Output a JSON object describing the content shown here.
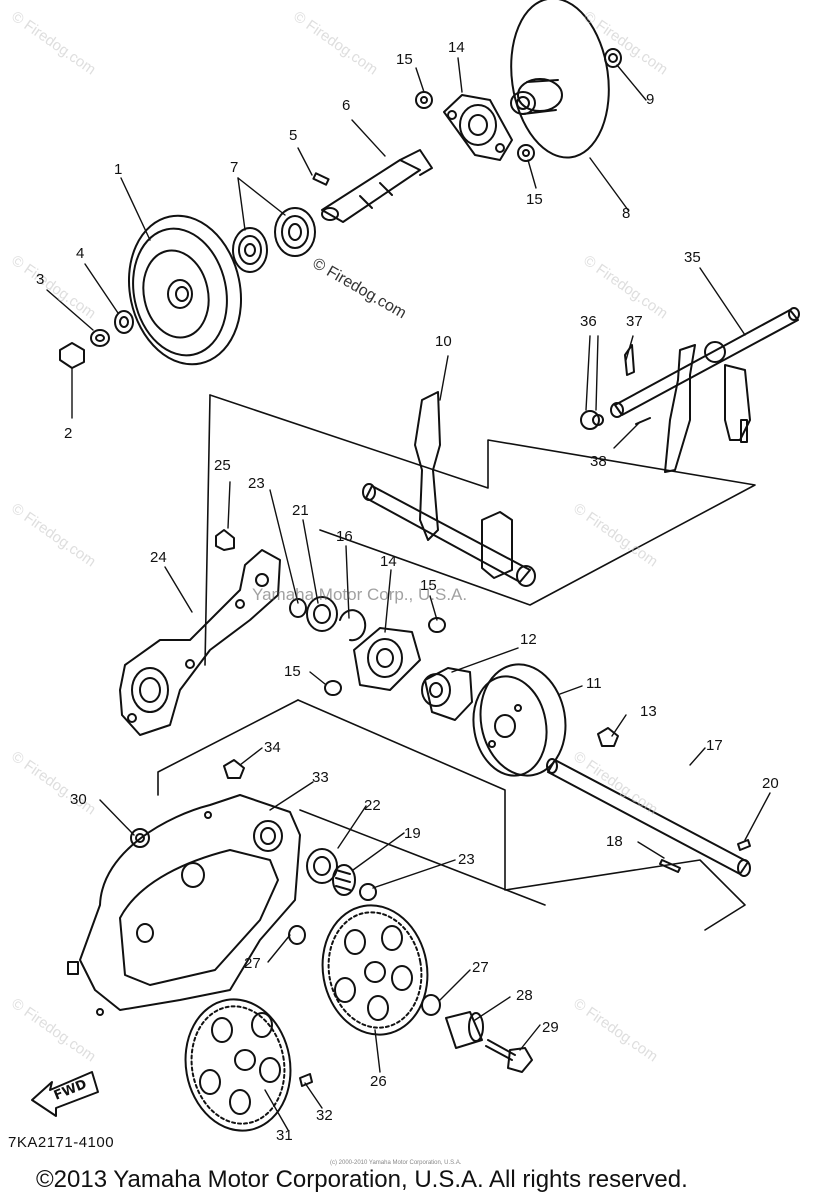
{
  "diagram": {
    "part_numbers": [
      "1",
      "2",
      "3",
      "4",
      "5",
      "6",
      "7",
      "8",
      "9",
      "10",
      "11",
      "12",
      "13",
      "14",
      "14",
      "15",
      "15",
      "15",
      "15",
      "16",
      "17",
      "18",
      "19",
      "20",
      "21",
      "22",
      "23",
      "23",
      "24",
      "25",
      "26",
      "27",
      "27",
      "28",
      "29",
      "30",
      "31",
      "32",
      "33",
      "34",
      "35",
      "36",
      "37",
      "38"
    ],
    "watermarks": {
      "corner": "© Firedog.com",
      "center_1": "© Firedog.com",
      "center_2": "Yamaha Motor Corp., U.S.A."
    },
    "fwd_label": "FWD",
    "drawing_code": "7KA2171-4100",
    "tiny_copyright": "(c) 2000-2010 Yamaha Motor Corporation, U.S.A.",
    "copyright": "©2013 Yamaha Motor Corporation, U.S.A. All rights reserved."
  }
}
